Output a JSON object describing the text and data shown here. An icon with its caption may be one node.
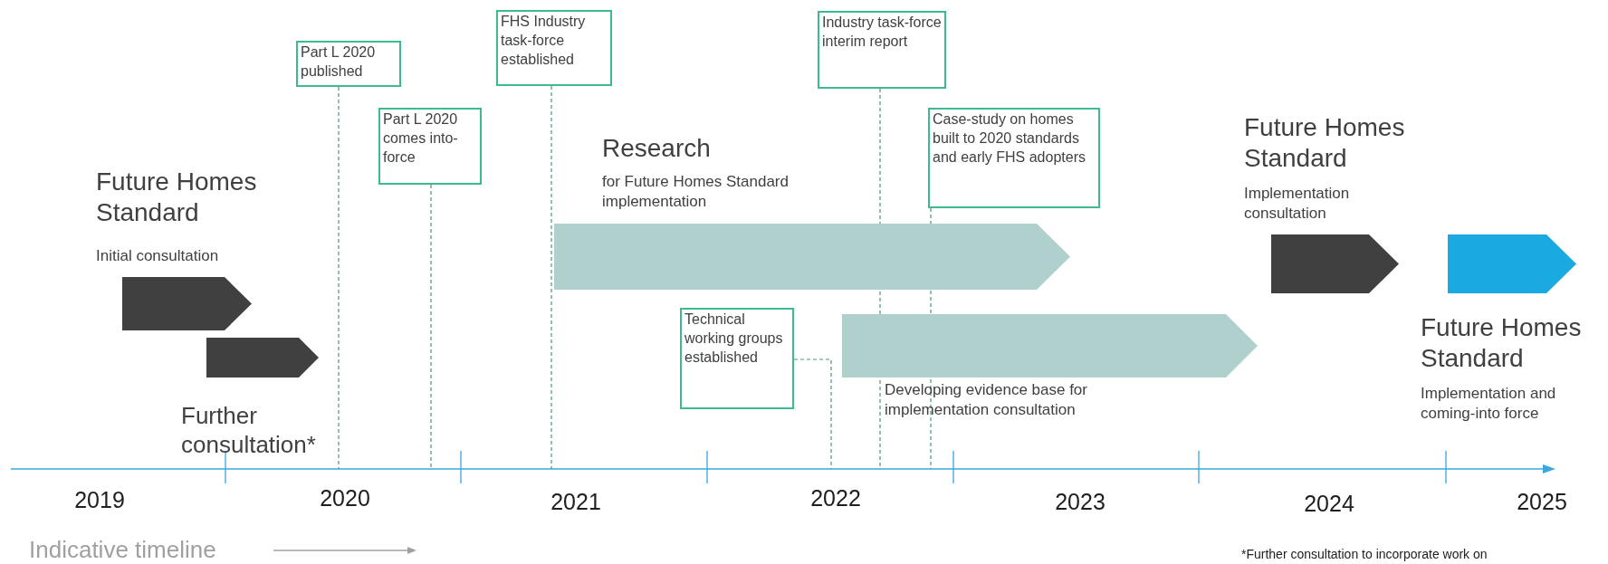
{
  "diagram": {
    "nodes": [
      {
        "text": [
          "Part L 2020 published"
        ]
      },
      {
        "text": [
          "Part L 2020 comes into-force"
        ]
      },
      {
        "text": [
          "FHS Industry task-force established"
        ]
      },
      {
        "text": [
          "Technical working groups established"
        ]
      },
      {
        "text": [
          "Industry task-force interim report"
        ]
      },
      {
        "text": [
          "Case-study on homes built to 2020 standards and early FHS adopters"
        ]
      },
      {
        "text": [
          "Future Homes Standard",
          "Initial consultation"
        ]
      },
      {
        "text": [
          "Further consultation*"
        ]
      },
      {
        "text": [
          "Research",
          "for Future Homes Standard implementation"
        ]
      },
      {
        "text": [
          "Developing evidence base for implementation consultation"
        ]
      },
      {
        "text": [
          "Future Homes Standard",
          "Implementation consultation"
        ]
      },
      {
        "text": [
          "Future Homes Standard",
          "Implementation and coming-into force"
        ]
      }
    ],
    "edges": [
      {
        "from": 0,
        "to": null,
        "arrow": "none",
        "style": "dashed"
      },
      {
        "from": 1,
        "to": null,
        "arrow": "none",
        "style": "dashed"
      },
      {
        "from": 2,
        "to": null,
        "arrow": "none",
        "style": "dashed"
      },
      {
        "from": 3,
        "to": null,
        "arrow": "none",
        "style": "dashed"
      },
      {
        "from": 4,
        "to": null,
        "arrow": "none",
        "style": "dashed"
      },
      {
        "from": 5,
        "to": null,
        "arrow": "none",
        "style": "dashed"
      }
    ],
    "labels": [
      "2019",
      "2020",
      "2021",
      "2022",
      "2023",
      "2024",
      "2025",
      "Indicative timeline",
      "*Further consultation to incorporate work on"
    ]
  }
}
